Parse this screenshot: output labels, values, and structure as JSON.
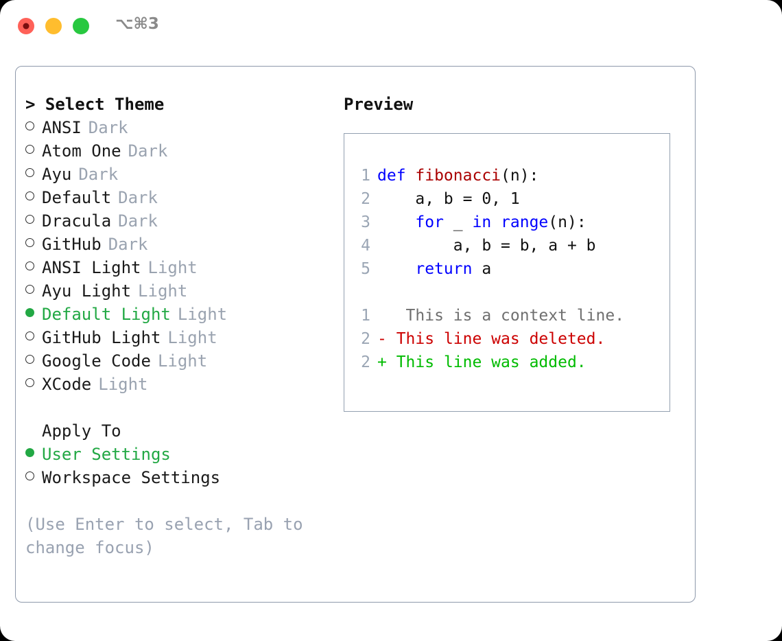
{
  "window": {
    "shortcut_label": "⌥⌘3",
    "traffic_lights": [
      {
        "name": "close",
        "color": "#ff6158"
      },
      {
        "name": "minimize",
        "color": "#ffbd2e"
      },
      {
        "name": "maximize",
        "color": "#28c840"
      }
    ]
  },
  "theme_panel": {
    "header": "> Select Theme",
    "items": [
      {
        "label": "ANSI",
        "category": "Dark",
        "selected": false
      },
      {
        "label": "Atom One",
        "category": "Dark",
        "selected": false
      },
      {
        "label": "Ayu",
        "category": "Dark",
        "selected": false
      },
      {
        "label": "Default",
        "category": "Dark",
        "selected": false
      },
      {
        "label": "Dracula",
        "category": "Dark",
        "selected": false
      },
      {
        "label": "GitHub",
        "category": "Dark",
        "selected": false
      },
      {
        "label": "ANSI Light",
        "category": "Light",
        "selected": false
      },
      {
        "label": "Ayu Light",
        "category": "Light",
        "selected": false
      },
      {
        "label": "Default Light",
        "category": "Light",
        "selected": true
      },
      {
        "label": "GitHub Light",
        "category": "Light",
        "selected": false
      },
      {
        "label": "Google Code",
        "category": "Light",
        "selected": false
      },
      {
        "label": "XCode",
        "category": "Light",
        "selected": false
      }
    ],
    "apply_to": {
      "title": "Apply To",
      "options": [
        {
          "label": "User Settings",
          "selected": true
        },
        {
          "label": "Workspace Settings",
          "selected": false
        }
      ]
    },
    "hint": "(Use Enter to select, Tab to change focus)"
  },
  "preview_panel": {
    "header": "Preview",
    "code_lines": [
      {
        "num": "1",
        "tokens": [
          {
            "text": "def ",
            "type": "kw"
          },
          {
            "text": "fibonacci",
            "type": "fn"
          },
          {
            "text": "(n):",
            "type": "txt"
          }
        ]
      },
      {
        "num": "2",
        "tokens": [
          {
            "text": "    a, b = 0, 1",
            "type": "txt"
          }
        ]
      },
      {
        "num": "3",
        "tokens": [
          {
            "text": "    ",
            "type": "txt"
          },
          {
            "text": "for",
            "type": "kw"
          },
          {
            "text": " _ ",
            "type": "txt"
          },
          {
            "text": "in",
            "type": "kw"
          },
          {
            "text": " ",
            "type": "txt"
          },
          {
            "text": "range",
            "type": "kw"
          },
          {
            "text": "(n):",
            "type": "txt"
          }
        ]
      },
      {
        "num": "4",
        "tokens": [
          {
            "text": "        a, b = b, a + b",
            "type": "txt"
          }
        ]
      },
      {
        "num": "5",
        "tokens": [
          {
            "text": "    ",
            "type": "txt"
          },
          {
            "text": "return",
            "type": "kw"
          },
          {
            "text": " a",
            "type": "txt"
          }
        ]
      }
    ],
    "diff_lines": [
      {
        "num": "1",
        "marker": " ",
        "text": "  This is a context line.",
        "type": "ctx"
      },
      {
        "num": "2",
        "marker": "-",
        "text": " This line was deleted.",
        "type": "del"
      },
      {
        "num": "2",
        "marker": "+",
        "text": " This line was added.",
        "type": "add"
      }
    ]
  },
  "colors": {
    "accent_green": "#22a844",
    "muted": "#9aa3b0",
    "keyword_blue": "#0000ff",
    "function_red": "#aa0000",
    "diff_delete": "#cc0000",
    "diff_add": "#00bb00"
  }
}
